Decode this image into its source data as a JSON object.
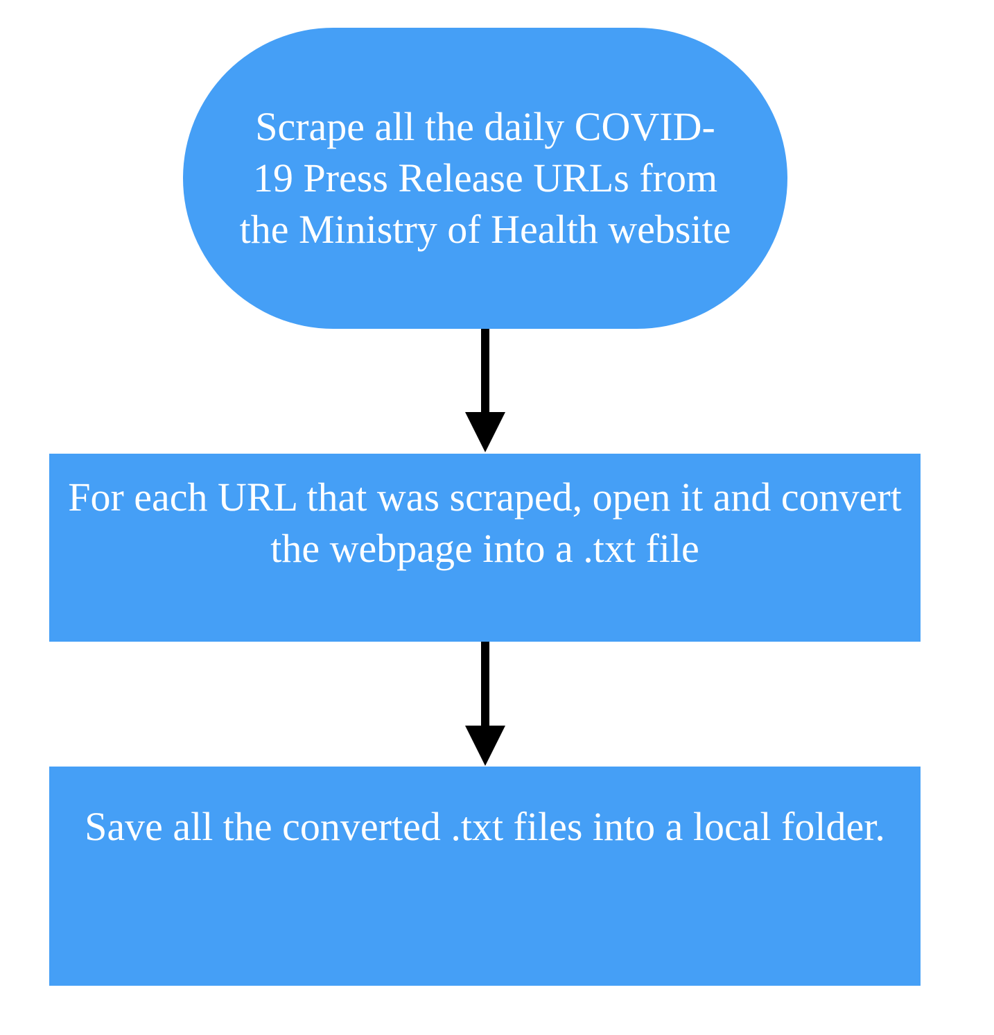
{
  "diagram": {
    "type": "flowchart",
    "node_color": "#459ff6",
    "text_color": "#ffffff",
    "edge_color": "#000000",
    "nodes": [
      {
        "id": "scrape-urls",
        "shape": "rounded",
        "label": "Scrape all the daily COVID-19 Press Release URLs from the Ministry of Health website"
      },
      {
        "id": "convert-pages",
        "shape": "rectangle",
        "label": "For each URL that was scraped, open it and convert the webpage into a .txt file"
      },
      {
        "id": "save-files",
        "shape": "rectangle",
        "label": "Save all the converted .txt files into a local folder."
      }
    ],
    "edges": [
      {
        "from": "scrape-urls",
        "to": "convert-pages"
      },
      {
        "from": "convert-pages",
        "to": "save-files"
      }
    ]
  }
}
